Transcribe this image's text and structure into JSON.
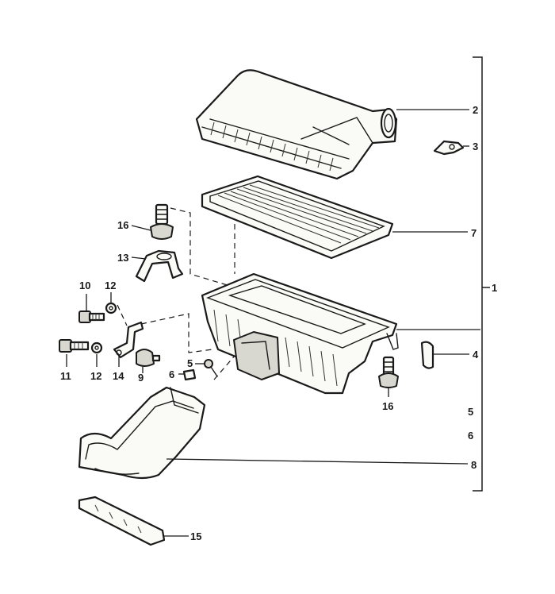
{
  "callouts": {
    "c2": "2",
    "c3": "3",
    "c7": "7",
    "c16_top": "16",
    "c13": "13",
    "c10": "10",
    "c12_top": "12",
    "c11": "11",
    "c12_bottom": "12",
    "c14": "14",
    "c9": "9",
    "c5_left": "5",
    "c6_left": "6",
    "c1": "1",
    "c4": "4",
    "c16_bottom": "16",
    "c5_right": "5",
    "c6_right": "6",
    "c8": "8",
    "c15": "15"
  }
}
